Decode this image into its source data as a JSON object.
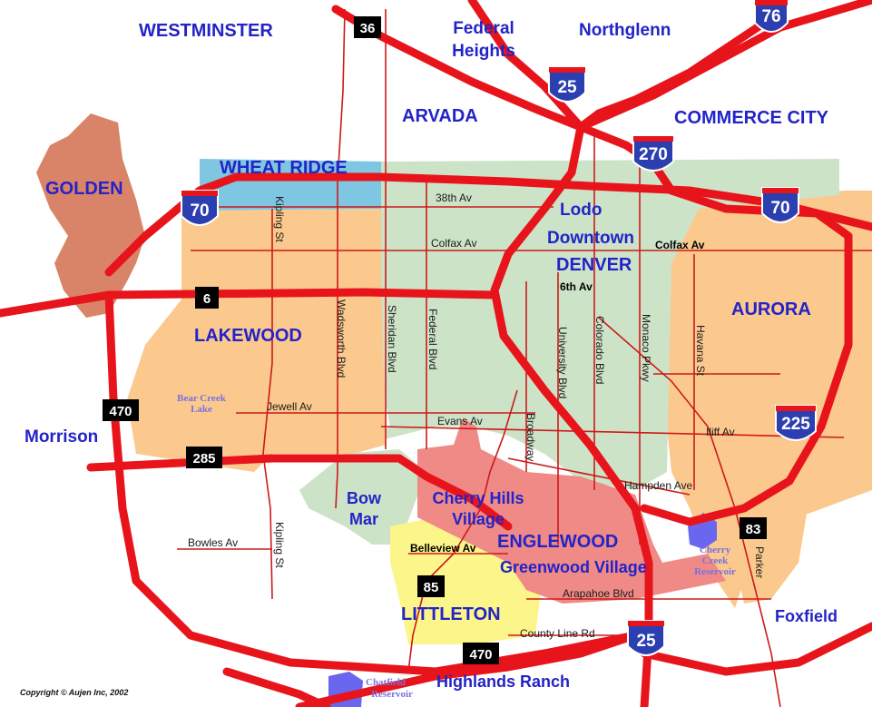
{
  "cities": {
    "westminster": "WESTMINSTER",
    "federal_heights_1": "Federal",
    "federal_heights_2": "Heights",
    "northglenn": "Northglenn",
    "arvada": "ARVADA",
    "commerce_city": "COMMERCE CITY",
    "wheat_ridge": "WHEAT RIDGE",
    "golden": "GOLDEN",
    "lodo": "Lodo",
    "downtown": "Downtown",
    "denver": "DENVER",
    "aurora": "AURORA",
    "lakewood": "LAKEWOOD",
    "morrison": "Morrison",
    "bow_mar_1": "Bow",
    "bow_mar_2": "Mar",
    "cherry_hills_1": "Cherry Hills",
    "cherry_hills_2": "Village",
    "englewood": "ENGLEWOOD",
    "greenwood_village": "Greenwood Village",
    "littleton": "LITTLETON",
    "foxfield": "Foxfield",
    "highlands_ranch": "Highlands Ranch"
  },
  "streets": {
    "ave_38th": "38th Av",
    "colfax_w": "Colfax Av",
    "colfax_e": "Colfax Av",
    "ave_6th": "6th Av",
    "kipling_n": "Kipling St",
    "wadsworth": "Wadsworth Blvd",
    "sheridan": "Sheridan Blvd",
    "federal": "Federal Blvd",
    "university": "University Blvd",
    "colorado": "Colorado Blvd",
    "monaco": "Monaco Pkwy",
    "havana": "Havana St",
    "jewell": "Jewell Av",
    "evans": "Evans Av",
    "broadway": "Broadway",
    "iliff": "Iliff Av",
    "hampden": "Hampden Ave",
    "bowles": "Bowles Av",
    "kipling_s": "Kipling St",
    "belleview": "Belleview Av",
    "arapahoe": "Arapahoe Blvd",
    "county_line": "County Line Rd",
    "parker": "Parker"
  },
  "water": {
    "bear_creek_1": "Bear Creek",
    "bear_creek_2": "Lake",
    "cherry_creek_1": "Cherry",
    "cherry_creek_2": "Creek",
    "cherry_creek_3": "Reservoir",
    "chatfield_1": "Chatfield",
    "chatfield_2": "Reservoir"
  },
  "shields": {
    "us36": "36",
    "us6": "6",
    "sh470_w": "470",
    "us285": "285",
    "sh85": "85",
    "c470_s": "470",
    "sh83": "83"
  },
  "interstates": {
    "i76": "76",
    "i25_n": "25",
    "i270": "270",
    "i70_w": "70",
    "i70_e": "70",
    "i225": "225",
    "i25_s": "25"
  },
  "copyright": "Copyright © Aujen Inc, 2002",
  "colors": {
    "road": "#e8141b",
    "city_label": "#2323c8",
    "denver": "#cde3c8",
    "lakewood": "#fbc98d",
    "wheat_ridge": "#7fc6e2",
    "golden": "#d98468",
    "englewood": "#ef8a86",
    "littleton": "#fbf58a",
    "greenwood": "#ef8a86",
    "aurora": "#fbc98d",
    "water": "#6b66f0"
  }
}
